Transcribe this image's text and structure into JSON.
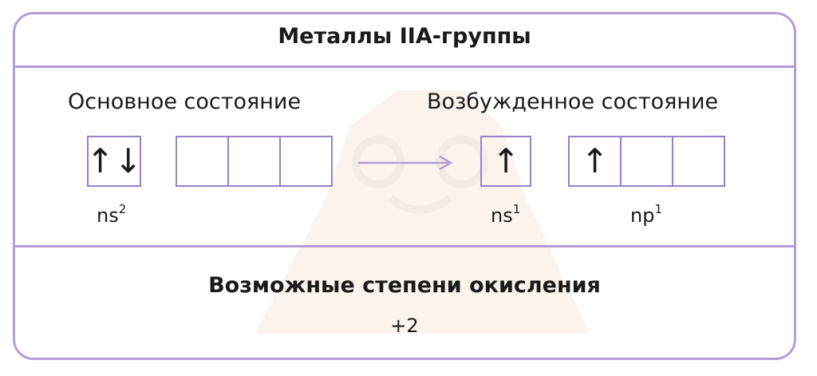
{
  "header": {
    "title": "Металлы IIA-группы"
  },
  "states": {
    "ground_label": "Основное состояние",
    "excited_label": "Возбужденное состояние"
  },
  "orbitals": {
    "ground_s": {
      "arrows": "↑↓",
      "label_base": "ns",
      "label_sup": "2"
    },
    "ground_p": {
      "arrows": [
        "",
        "",
        ""
      ]
    },
    "excited_s": {
      "arrows": "↑",
      "label_base": "ns",
      "label_sup": "1"
    },
    "excited_p": {
      "arrows": [
        "↑",
        "",
        ""
      ],
      "label_base": "np",
      "label_sup": "1"
    }
  },
  "oxidation": {
    "title": "Возможные степени окисления",
    "value": "+2"
  },
  "colors": {
    "border": "#b69cd9",
    "cell_border": "#9b7fcc",
    "arrow": "#b69cd9",
    "watermark": "#fbf3ec"
  }
}
